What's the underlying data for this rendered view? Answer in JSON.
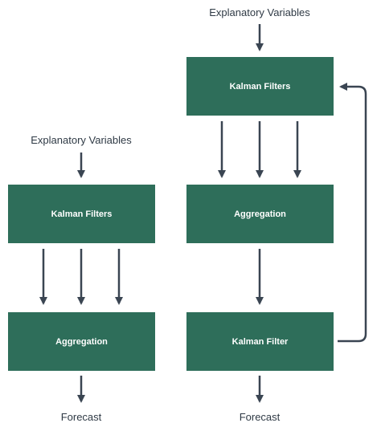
{
  "left_flow": {
    "input_label": "Explanatory Variables",
    "box1_label": "Kalman Filters",
    "box2_label": "Aggregation",
    "output_label": "Forecast"
  },
  "right_flow": {
    "input_label": "Explanatory Variables",
    "box1_label": "Kalman Filters",
    "box2_label": "Aggregation",
    "box3_label": "Kalman Filter",
    "output_label": "Forecast"
  },
  "colors": {
    "box_fill": "#2e6e5a",
    "arrow": "#3a4552",
    "label_text": "#2f3a45",
    "box_text": "#ffffff"
  }
}
